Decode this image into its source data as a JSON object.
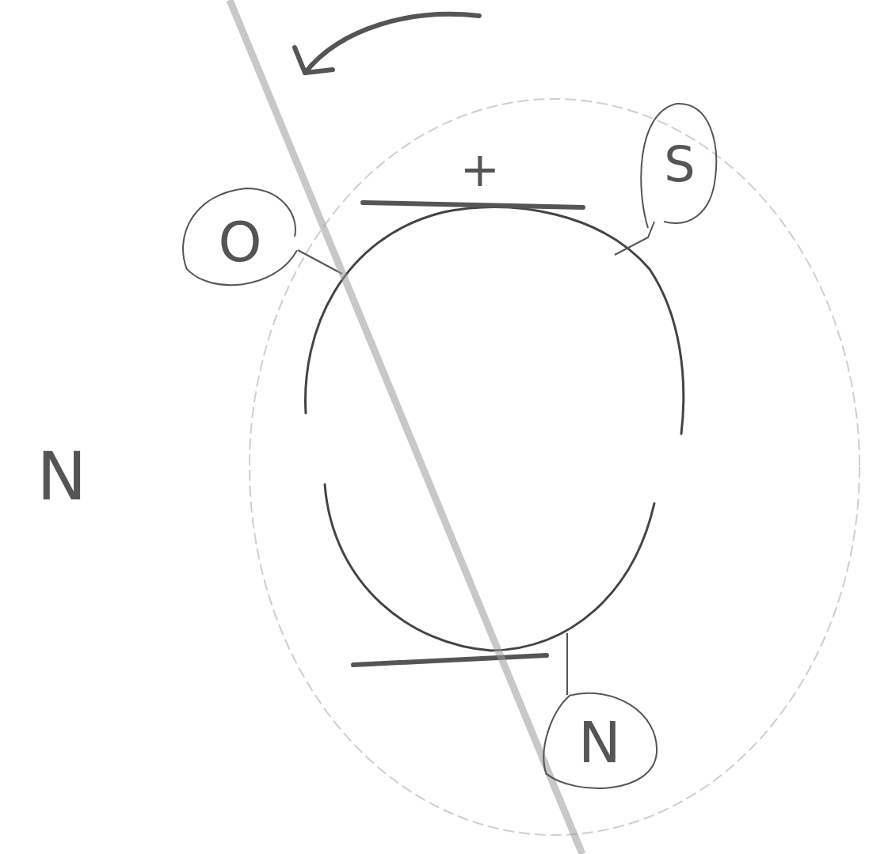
{
  "diagram": {
    "nodes": [
      {
        "text": [
          "O"
        ]
      },
      {
        "text": [
          "S"
        ]
      },
      {
        "text": [
          "N"
        ]
      }
    ],
    "labels": [
      "+",
      "N"
    ]
  }
}
